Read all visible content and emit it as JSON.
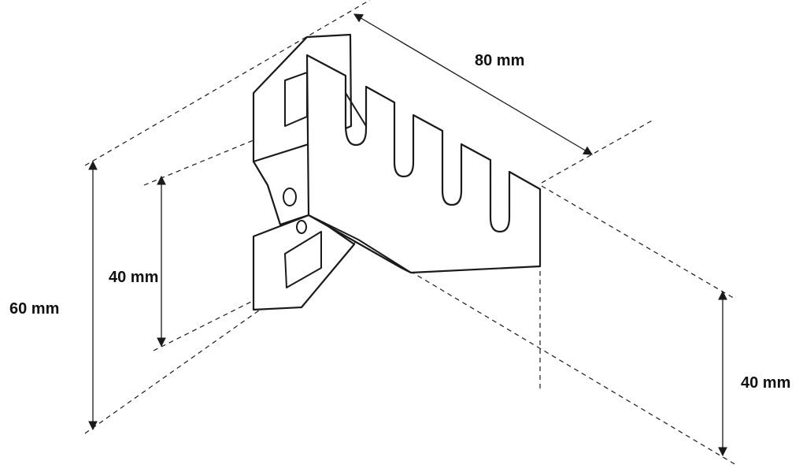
{
  "diagram": {
    "dimensions": {
      "length": "80 mm",
      "total_height": "60 mm",
      "inner_height": "40 mm",
      "side_height": "40 mm"
    }
  }
}
